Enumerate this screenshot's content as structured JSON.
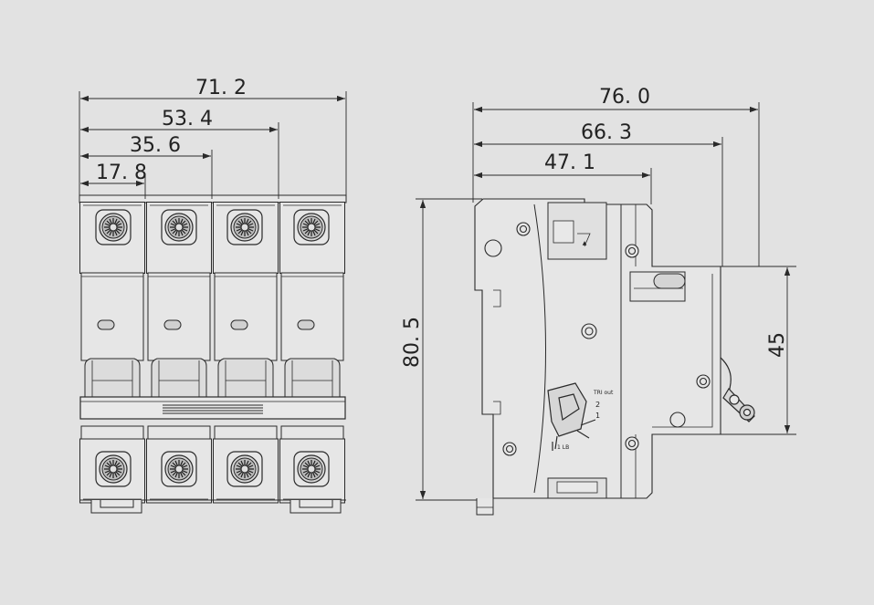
{
  "front_view": {
    "dim_total": "71. 2",
    "dim_three_pole": "53. 4",
    "dim_two_pole": "35. 6",
    "dim_one_pole": "17. 8"
  },
  "side_view": {
    "dim_depth_total": "76. 0",
    "dim_depth_mid": "66. 3",
    "dim_depth_front": "47. 1",
    "dim_height": "80. 5",
    "dim_front_height": "45"
  }
}
